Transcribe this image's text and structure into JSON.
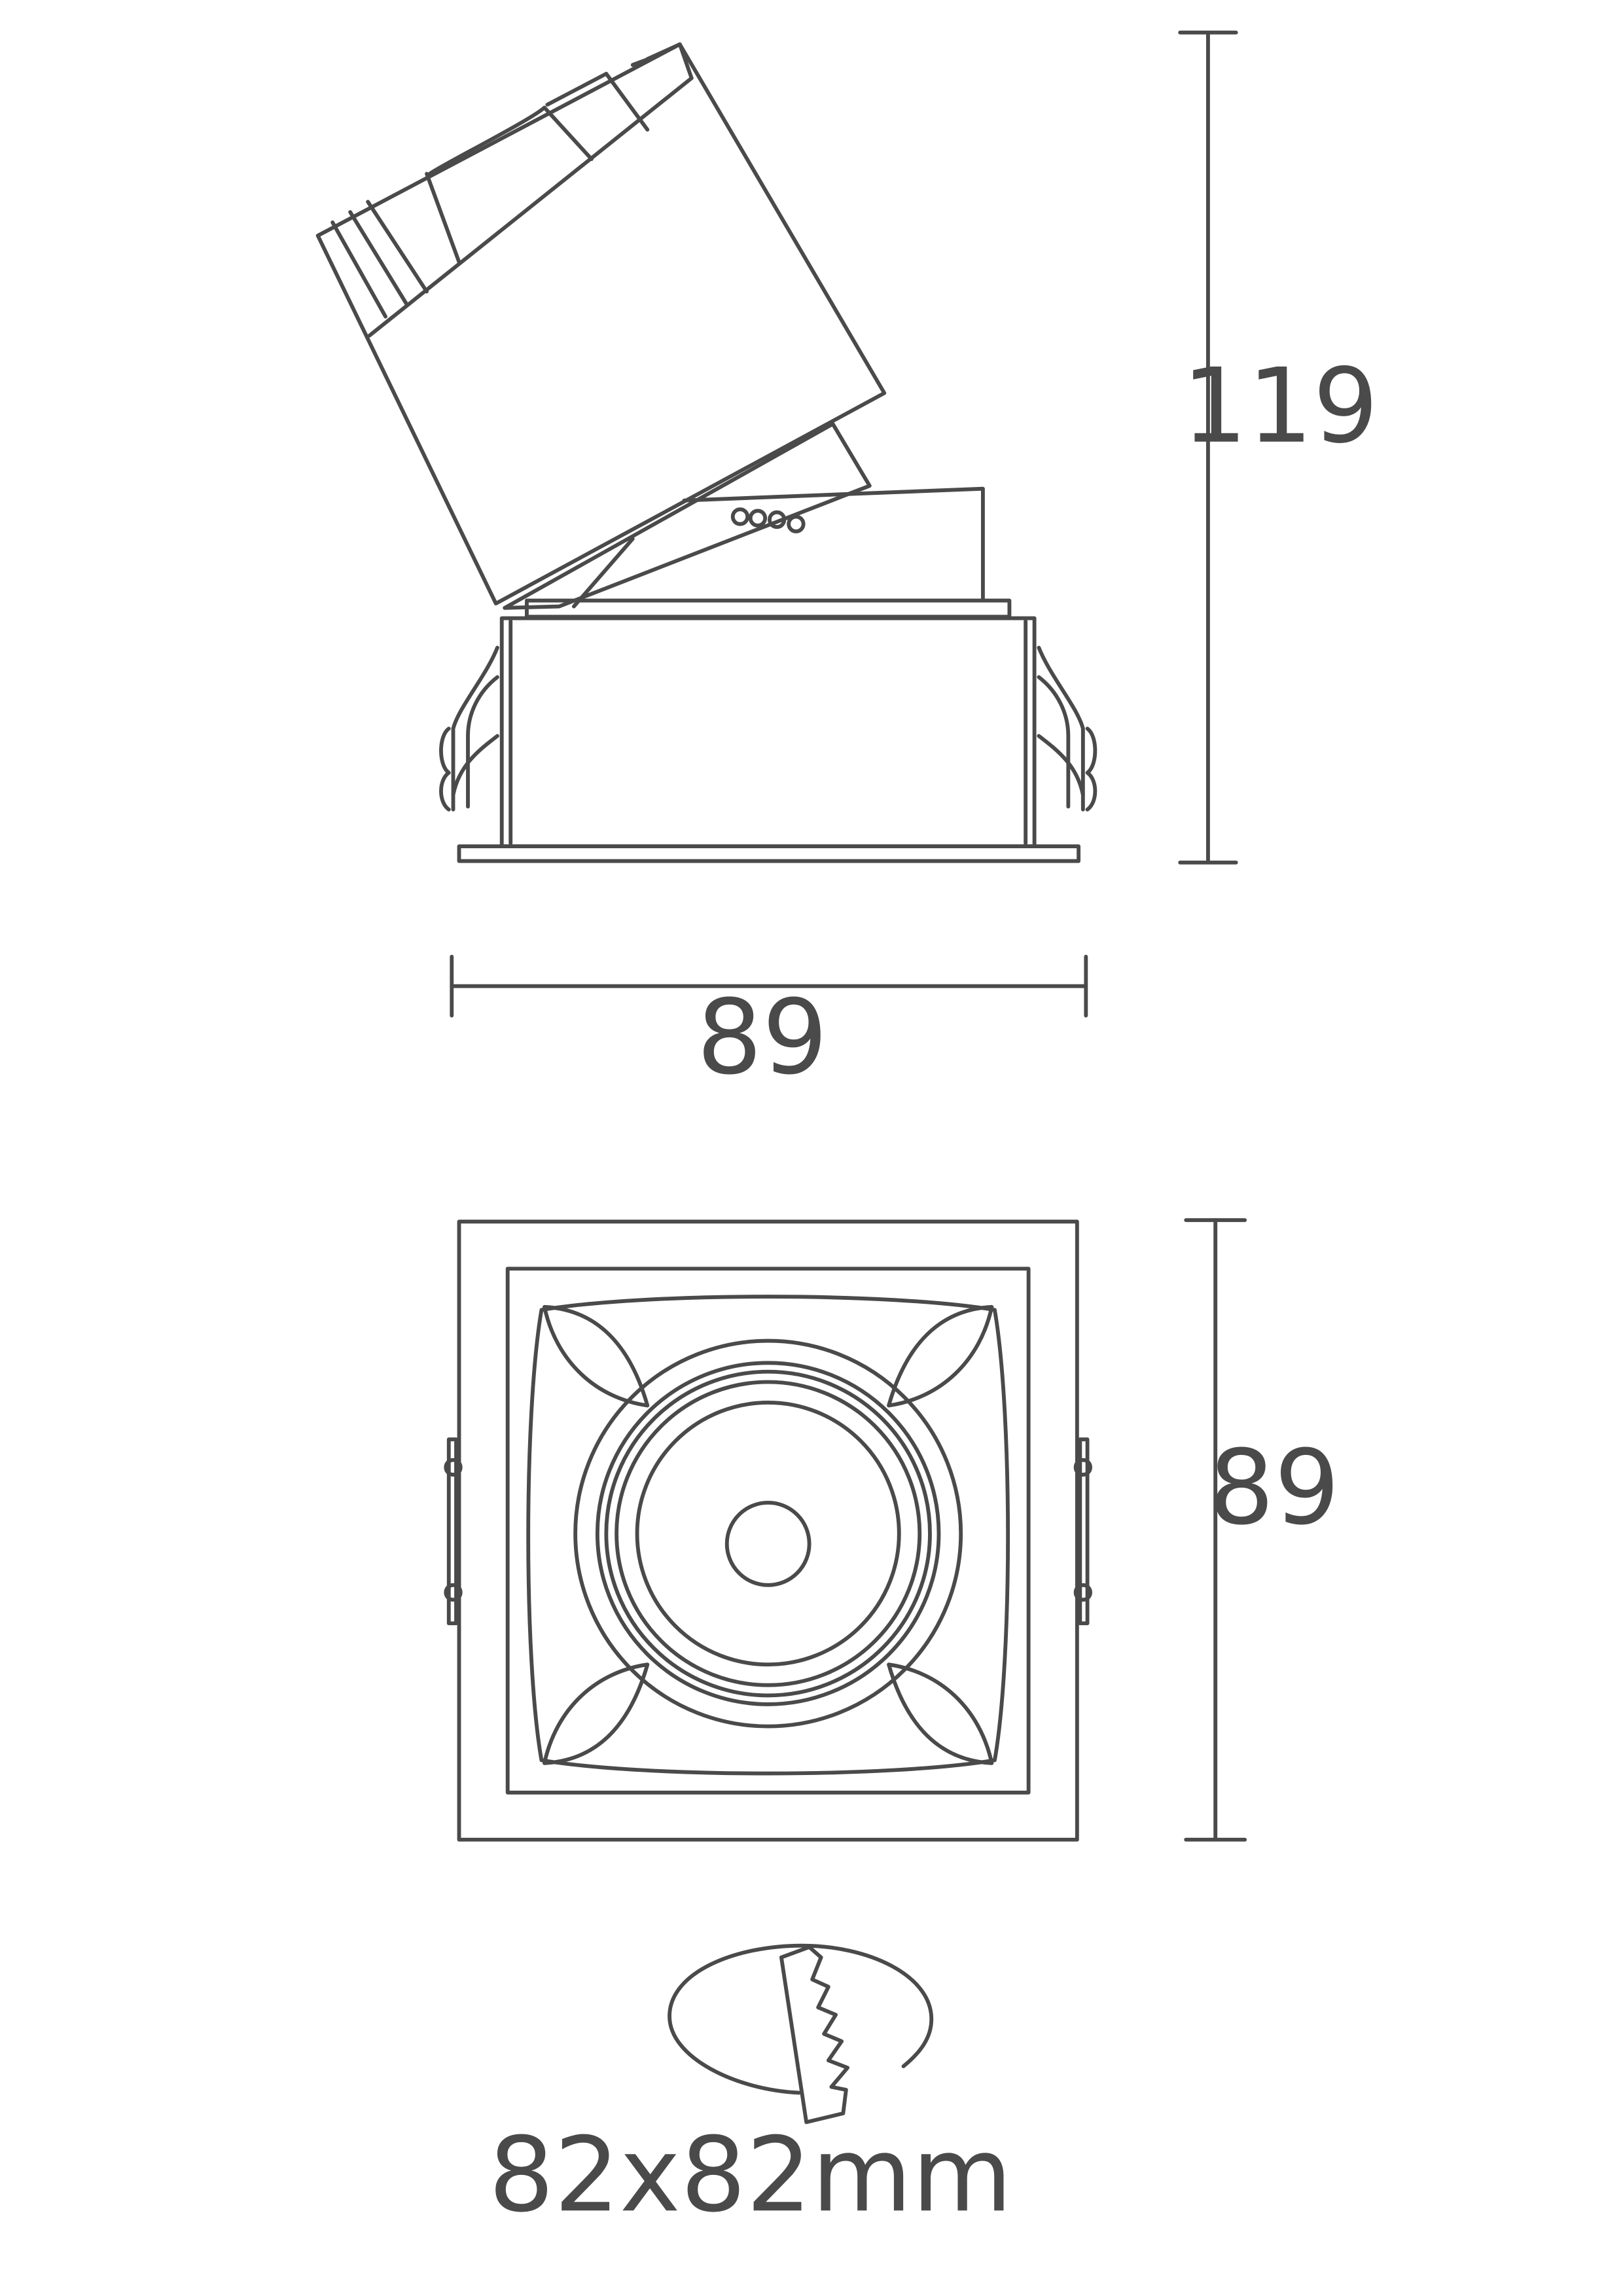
{
  "colors": {
    "line": "#4a4a4a",
    "background": "#ffffff"
  },
  "dimensions": {
    "height": "119",
    "width": "89",
    "front_height": "89",
    "cutout": "82x82mm"
  },
  "icons": {
    "cutout": "saw-cutout-icon"
  }
}
